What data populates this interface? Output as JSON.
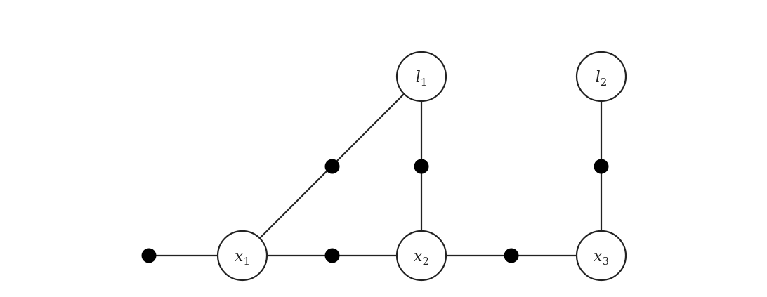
{
  "nodes": {
    "x1": {
      "base": "x",
      "sub": "1"
    },
    "x2": {
      "base": "x",
      "sub": "2"
    },
    "x3": {
      "base": "x",
      "sub": "3"
    },
    "l1": {
      "base": "l",
      "sub": "1"
    },
    "l2": {
      "base": "l",
      "sub": "2"
    }
  },
  "graph": {
    "variables": [
      "x1",
      "x2",
      "x3",
      "l1",
      "l2"
    ],
    "factors": [
      {
        "id": "prior-x1",
        "connects": [
          "x1"
        ]
      },
      {
        "id": "odom-x1-x2",
        "connects": [
          "x1",
          "x2"
        ]
      },
      {
        "id": "odom-x2-x3",
        "connects": [
          "x2",
          "x3"
        ]
      },
      {
        "id": "meas-x1-l1",
        "connects": [
          "x1",
          "l1"
        ]
      },
      {
        "id": "meas-x2-l1",
        "connects": [
          "x2",
          "l1"
        ]
      },
      {
        "id": "meas-x3-l2",
        "connects": [
          "x3",
          "l2"
        ]
      }
    ]
  }
}
